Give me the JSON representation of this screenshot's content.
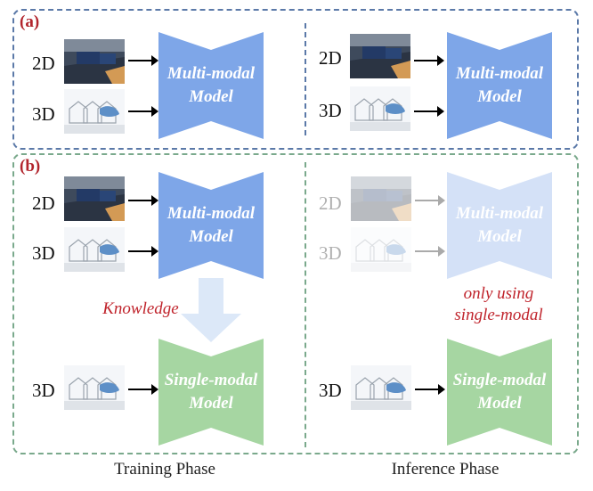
{
  "panel_a": {
    "label": "(a)"
  },
  "panel_b": {
    "label": "(b)"
  },
  "modalities": {
    "two_d": "2D",
    "three_d": "3D"
  },
  "models": {
    "multi": {
      "line1": "Multi-modal",
      "line2": "Model",
      "color": "#7ea6e8"
    },
    "single": {
      "line1": "Single-modal",
      "line2": "Model",
      "color": "#a6d6a2"
    }
  },
  "annotations": {
    "knowledge": "Knowledge",
    "only_using_line1": "only using",
    "only_using_line2": "single-modal"
  },
  "captions": {
    "training": "Training Phase",
    "inference": "Inference Phase"
  },
  "colors": {
    "panel_a_border": "#5b79a8",
    "panel_b_border": "#7aa98c",
    "label_red": "#b2242c",
    "knowledge_arrow": "#dce8f8"
  }
}
